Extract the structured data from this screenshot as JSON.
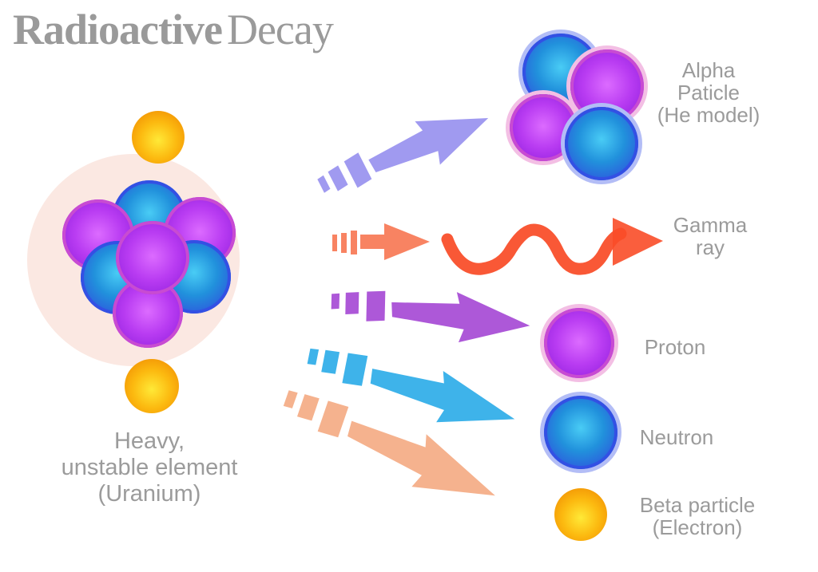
{
  "title": {
    "word_bold": "Radioactive",
    "word_light": "Decay"
  },
  "source": {
    "line1": "Heavy,",
    "line2": "unstable element",
    "line3": "(Uranium)"
  },
  "emissions": {
    "alpha": {
      "label": {
        "line1": "Alpha",
        "line2": "Paticle",
        "line3": "(He model)"
      },
      "arrow_color": "#a09af0"
    },
    "gamma": {
      "label": {
        "line1": "Gamma",
        "line2": "ray"
      },
      "arrow_color": "#f88362",
      "wave_color": "#f95836",
      "head_color": "#f94d28"
    },
    "proton": {
      "label": {
        "line1": "Proton"
      },
      "arrow_color": "#ad58d8"
    },
    "neutron": {
      "label": {
        "line1": "Neutron"
      },
      "arrow_color": "#3eb3ea"
    },
    "beta": {
      "label": {
        "line1": "Beta particle",
        "line2": "(Electron)"
      },
      "arrow_color": "#f5b28e"
    }
  },
  "colors": {
    "title_gray": "#9a9a9a",
    "text_gray": "#9b9b9b",
    "shell_fill": "#fbe8e2",
    "shell_ring": "#f4b5a6",
    "blue_hi": "#49ccf5",
    "blue_mid": "#2191dc",
    "blue_deep": "#2b62dd",
    "blue_rim": "#3350e4",
    "blue_halo": "#b3bdf6",
    "purple_hi": "#dc6bff",
    "purple_mid": "#b93cf2",
    "purple_deep": "#9c27e3",
    "purple_rim": "#c84bd2",
    "purple_halo": "#f3bfe4",
    "orange_hi": "#ffe937",
    "orange_mid": "#fcba10",
    "orange_deep": "#f49a06",
    "orange_rim": "#ee8a06"
  }
}
